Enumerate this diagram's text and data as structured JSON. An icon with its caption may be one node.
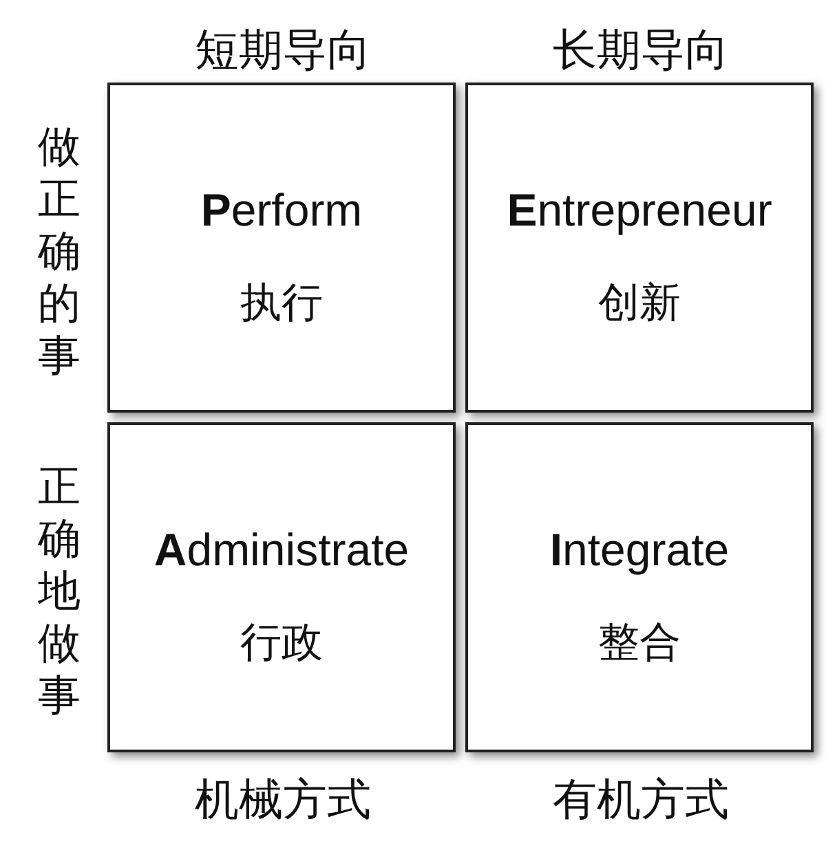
{
  "diagram": {
    "nodes": [
      {
        "text": [
          "**P**erform",
          "执行"
        ]
      },
      {
        "text": [
          "**E**ntrepreneur",
          "创新"
        ]
      },
      {
        "text": [
          "**A**dministrate",
          "行政"
        ]
      },
      {
        "text": [
          "**I**ntegrate",
          "整合"
        ]
      }
    ],
    "labels": [
      "短期导向",
      "长期导向",
      "做正确的事",
      "正确地做事",
      "机械方式",
      "有机方式"
    ]
  }
}
